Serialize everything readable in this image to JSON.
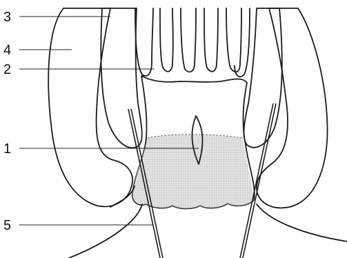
{
  "callouts": [
    {
      "id": "1",
      "label": "1"
    },
    {
      "id": "2",
      "label": "2"
    },
    {
      "id": "3",
      "label": "3"
    },
    {
      "id": "4",
      "label": "4"
    },
    {
      "id": "5",
      "label": "5"
    }
  ],
  "colors": {
    "line": "#1a1a1a",
    "muscle_fill": "#cfcfcf",
    "mucosa_fill": "#ececec",
    "background": "#ffffff"
  }
}
